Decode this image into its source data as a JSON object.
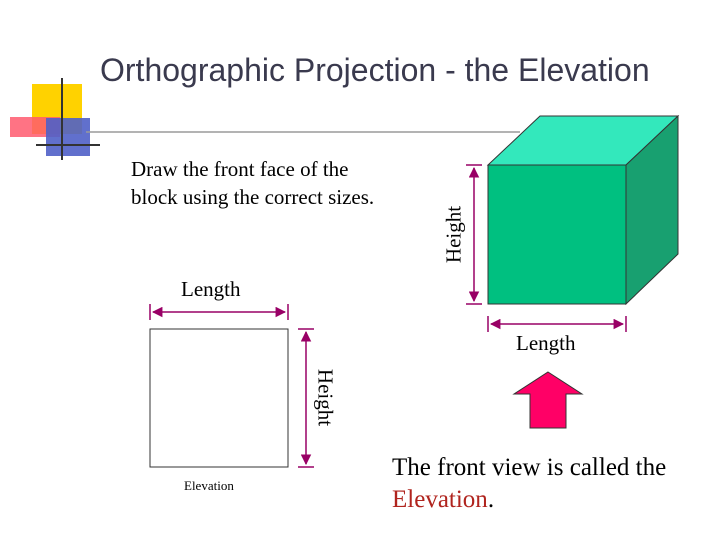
{
  "slide": {
    "title": "Orthographic Projection - the Elevation",
    "instruction": "Draw the front face of the block using the correct sizes.",
    "cube_height_label": "Height",
    "cube_length_label": "Length",
    "view_length_label": "Length",
    "elevation_height_label": "Height",
    "elevation_caption": "Elevation",
    "summary_prefix": "The front view is called the ",
    "summary_highlight": "Elevation",
    "summary_suffix": "."
  },
  "colors": {
    "cube_front": "#00c080",
    "cube_top": "#33e8bc",
    "cube_side": "#18a070",
    "arrow": "#ff0066",
    "dimension_arrow": "#990066",
    "accent_text": "#b0241e",
    "logo_yellow": "#ffd200",
    "logo_red": "#ff5a6e",
    "logo_blue": "#5060c8"
  },
  "icons": {
    "logo": "blocks-logo-icon",
    "view_arrow": "up-arrow-icon"
  }
}
